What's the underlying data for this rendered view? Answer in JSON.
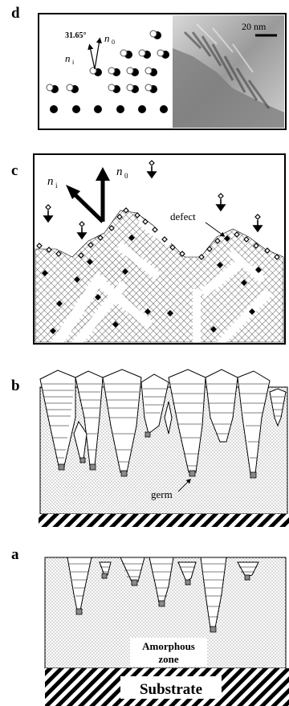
{
  "panels": {
    "d": {
      "label": "d",
      "angle_label": "31.65°",
      "vec_n0": "n",
      "vec_n0_sub": "0",
      "vec_ni": "n",
      "vec_ni_sub": "i",
      "scalebar_label": "20 nm"
    },
    "c": {
      "label": "c",
      "vec_ni": "n",
      "vec_ni_sub": "i",
      "vec_n0": "n",
      "vec_n0_sub": "0",
      "defect_label": "defect"
    },
    "b": {
      "label": "b",
      "germ_label": "germ"
    },
    "a": {
      "label": "a",
      "amorphous_label_1": "Amorphous",
      "amorphous_label_2": "zone",
      "substrate_label": "Substrate"
    }
  },
  "colors": {
    "ink": "#000000",
    "germ": "#8a8a8a",
    "tem_light": "#cfcfcf",
    "tem_dark": "#5a5a5a"
  }
}
